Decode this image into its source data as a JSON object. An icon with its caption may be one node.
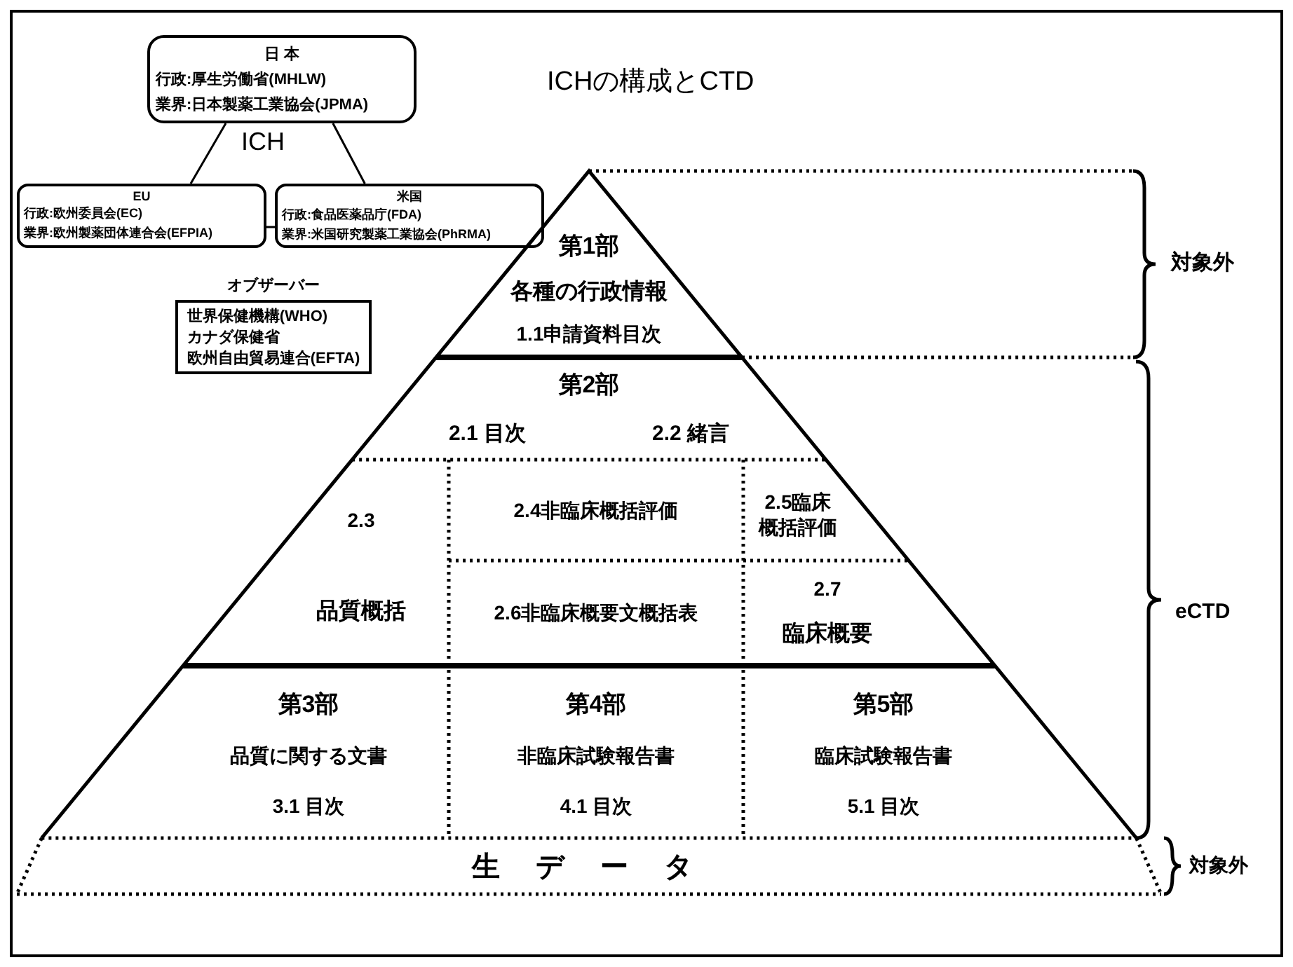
{
  "diagram": {
    "title": "ICHの構成とCTD",
    "nodes": [
      {
        "text": [
          "日 本",
          "行政:厚生労働省(MHLW)",
          "業界:日本製薬工業協会(JPMA)"
        ]
      },
      {
        "text": [
          "EU",
          "行政:欧州委員会(EC)",
          "業界:欧州製薬団体連合会(EFPIA)"
        ]
      },
      {
        "text": [
          "米国",
          "行政:食品医薬品庁(FDA)",
          "業界:米国研究製薬工業協会(PhRMA)"
        ]
      },
      {
        "text": [
          "オブザーバー",
          "世界保健機構(WHO)",
          "カナダ保健省",
          "欧州自由貿易連合(EFTA)"
        ]
      },
      {
        "text": [
          "第1部",
          "各種の行政情報",
          "1.1申請資料目次"
        ]
      },
      {
        "text": [
          "第2部",
          "2.1 目次",
          "2.2 緒言"
        ]
      },
      {
        "text": [
          "2.3",
          "品質概括"
        ],
        "in": 5
      },
      {
        "text": [
          "2.4非臨床概括評価"
        ],
        "in": 5
      },
      {
        "text": [
          "2.5臨床概括評価"
        ],
        "in": 5
      },
      {
        "text": [
          "2.6非臨床概要文概括表"
        ],
        "in": 5
      },
      {
        "text": [
          "2.7",
          "臨床概要"
        ],
        "in": 5
      },
      {
        "text": [
          "第3部",
          "品質に関する文書",
          "3.1 目次"
        ]
      },
      {
        "text": [
          "第4部",
          "非臨床試験報告書",
          "4.1 目次"
        ]
      },
      {
        "text": [
          "第5部",
          "臨床試験報告書",
          "5.1 目次"
        ]
      },
      {
        "text": [
          "生 デ ー タ"
        ]
      }
    ],
    "edges": [
      {
        "from": 0,
        "to": 1,
        "arrow": "none"
      },
      {
        "from": 0,
        "to": 2,
        "arrow": "none"
      },
      {
        "from": 1,
        "to": 2,
        "arrow": "none"
      }
    ],
    "labels": [
      "ICH",
      "対象外",
      "eCTD",
      "対象外"
    ]
  }
}
